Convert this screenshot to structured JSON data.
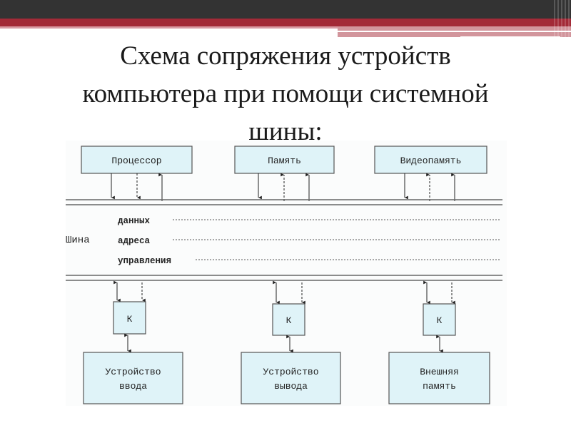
{
  "slide": {
    "title_lines": [
      "Схема сопряжения устройств",
      "компьютера при помощи системной",
      "шины:"
    ],
    "theme_colors": {
      "top_bar": "#333333",
      "accent_red": "#a32a37",
      "accent_pink": "#d2959c"
    }
  },
  "diagram": {
    "box_fill": "#dff3f8",
    "box_stroke": "#555555",
    "top_blocks": [
      {
        "label": "Процессор",
        "arrows": [
          "down",
          "down-dashed",
          "up"
        ]
      },
      {
        "label": "Память",
        "arrows": [
          "down",
          "up-dashed",
          "up"
        ]
      },
      {
        "label": "Видеопамять",
        "arrows": [
          "down",
          "up-dashed",
          "up"
        ]
      }
    ],
    "bus": {
      "label": "Шина",
      "lines": [
        "данных",
        "адреса",
        "управления"
      ]
    },
    "controllers": [
      {
        "label": "К",
        "device": [
          "Устройство",
          "ввода"
        ]
      },
      {
        "label": "К",
        "device": [
          "Устройство",
          "вывода"
        ]
      },
      {
        "label": "К",
        "device": [
          "Внешняя",
          "память"
        ]
      }
    ]
  }
}
